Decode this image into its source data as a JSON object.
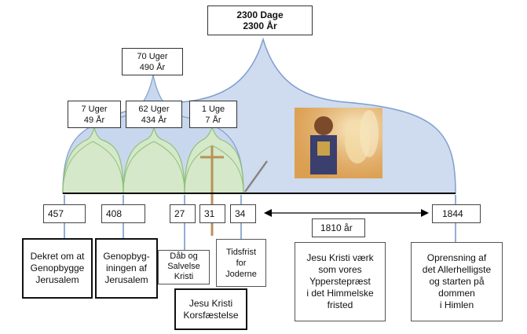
{
  "period_boxes": {
    "days_2300": "2300 Dage\n2300 År",
    "weeks_70": "70 Uger\n490 År",
    "weeks_7": "7 Uger\n49 År",
    "weeks_62": "62 Uger\n434 År",
    "week_1": "1 Uge\n7 År"
  },
  "years": {
    "y457": "457",
    "y408": "408",
    "y27": "27",
    "y31": "31",
    "y34": "34",
    "y1844": "1844"
  },
  "span_label": "1810 år",
  "events": {
    "decree": "Dekret om at\nGenopbygge\nJerusalem",
    "rebuilding": "Genopbyg-\niningen af\nJerusalem",
    "baptism": "Dåb og\nSalvelse\nKristi",
    "crucifixion": "Jesu Kristi\nKorsfæstelse",
    "deadline": "Tidsfrist\nfor\nJoderne",
    "ministry": "Jesu Kristi værk\nsom vores\nYpperstepræst\ni det Himmelske\nfristed",
    "cleansing": "Oprensning af\ndet Allerhelligste\nog starten på\ndommen\ni Himlen"
  },
  "colors": {
    "big_arch_fill": "#cfdbef",
    "small_arch_fill": "#d5e8c9",
    "arch_stroke_blue": "#7f9fce",
    "arch_stroke_green": "#8fc07a",
    "timeline": "#000000"
  }
}
